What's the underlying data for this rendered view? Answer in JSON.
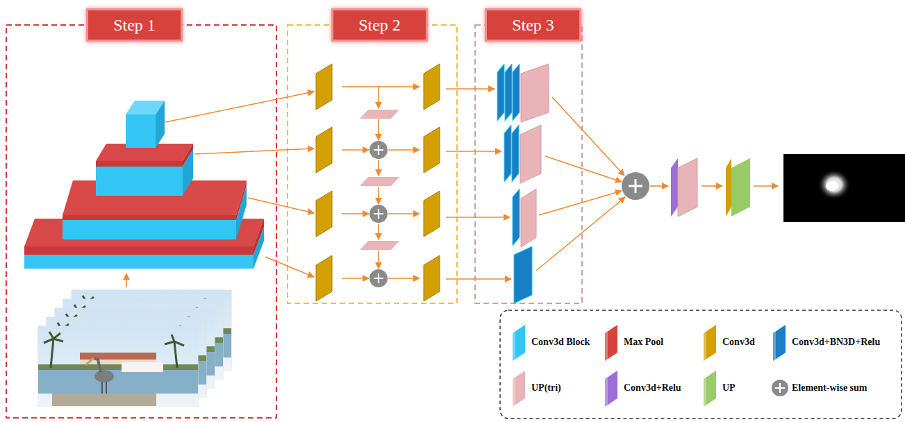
{
  "diagram": {
    "nodes": [
      {
        "text": [
          "Step 1"
        ]
      },
      {
        "text": [
          "Step 2"
        ]
      },
      {
        "text": [
          "Step 3"
        ]
      }
    ],
    "legend": [
      {
        "text": "Conv3d Block",
        "color": "#33c6f4"
      },
      {
        "text": "Max Pool",
        "color": "#d8423d"
      },
      {
        "text": "Conv3d",
        "color": "#d4a000"
      },
      {
        "text": "Conv3d+BN3D+Relu",
        "color": "#1a7fc4"
      },
      {
        "text": "UP(tri)",
        "color": "#e8b4b8"
      },
      {
        "text": "Conv3d+Relu",
        "color": "#9b6fd6"
      },
      {
        "text": "UP",
        "color": "#99cc66"
      },
      {
        "text": "Element-wise sum"
      }
    ]
  }
}
